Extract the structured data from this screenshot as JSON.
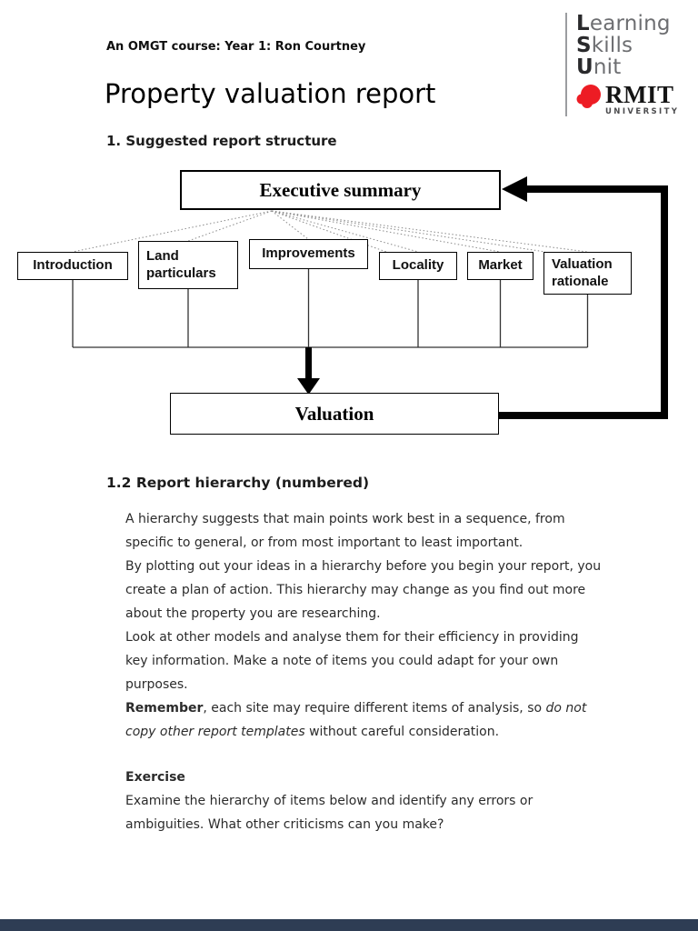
{
  "page": {
    "meta_line": "An OMGT course: Year 1: Ron Courtney",
    "title": "Property valuation report",
    "section1_heading": "1. Suggested report structure",
    "section2_heading": "1.2 Report hierarchy (numbered)"
  },
  "logo": {
    "lines": [
      {
        "initial": "L",
        "rest": "earning"
      },
      {
        "initial": "S",
        "rest": "kills"
      },
      {
        "initial": "U",
        "rest": "nit"
      }
    ],
    "brand": "RMIT",
    "brand_sub": "UNIVERSITY",
    "brand_color": "#ed1c24"
  },
  "diagram": {
    "top_box": "Executive summary",
    "bottom_box": "Valuation",
    "middle_boxes": [
      "Introduction",
      "Land particulars",
      "Improvements",
      "Locality",
      "Market",
      "Valuation rationale"
    ]
  },
  "body": {
    "p1": "A hierarchy suggests that main points work best in a sequence, from specific to general, or from most important to least important.",
    "p2": "By plotting out your ideas in a hierarchy before you begin your report, you create a plan of action. This hierarchy may change as you find out more about the property you are researching.",
    "p3": "Look at other models and analyse them for their efficiency in providing key information. Make a note of items you could adapt for your own purposes.",
    "remember": {
      "bold": "Remember",
      "mid": ", each site may require different items of analysis, so ",
      "italic": "do not copy other report templates",
      "end": " without careful consideration."
    },
    "exercise_heading": "Exercise",
    "exercise_text": "Examine the hierarchy of items below and identify any errors or ambiguities. What other criticisms can you make?"
  }
}
